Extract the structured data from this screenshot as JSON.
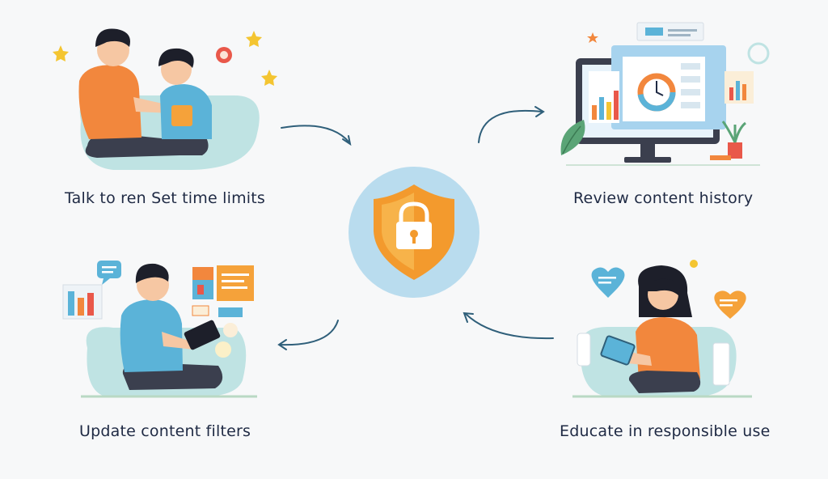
{
  "steps": [
    {
      "id": "talk",
      "label": "Talk to ren  Set time limits"
    },
    {
      "id": "review",
      "label": "Review content history"
    },
    {
      "id": "filters",
      "label": "Update content filters"
    },
    {
      "id": "educate",
      "label": "Educate in responsible use"
    }
  ],
  "colors": {
    "background": "#f7f8f9",
    "shield_orange": "#f39a2d",
    "center_circle": "#b9dcee",
    "arrow": "#2f5f7a",
    "text": "#1f2a44",
    "teal": "#bfe3e3",
    "orange_shirt": "#f2873d",
    "blue_shirt": "#5bb3d8"
  },
  "center_icon": "shield-lock-icon"
}
